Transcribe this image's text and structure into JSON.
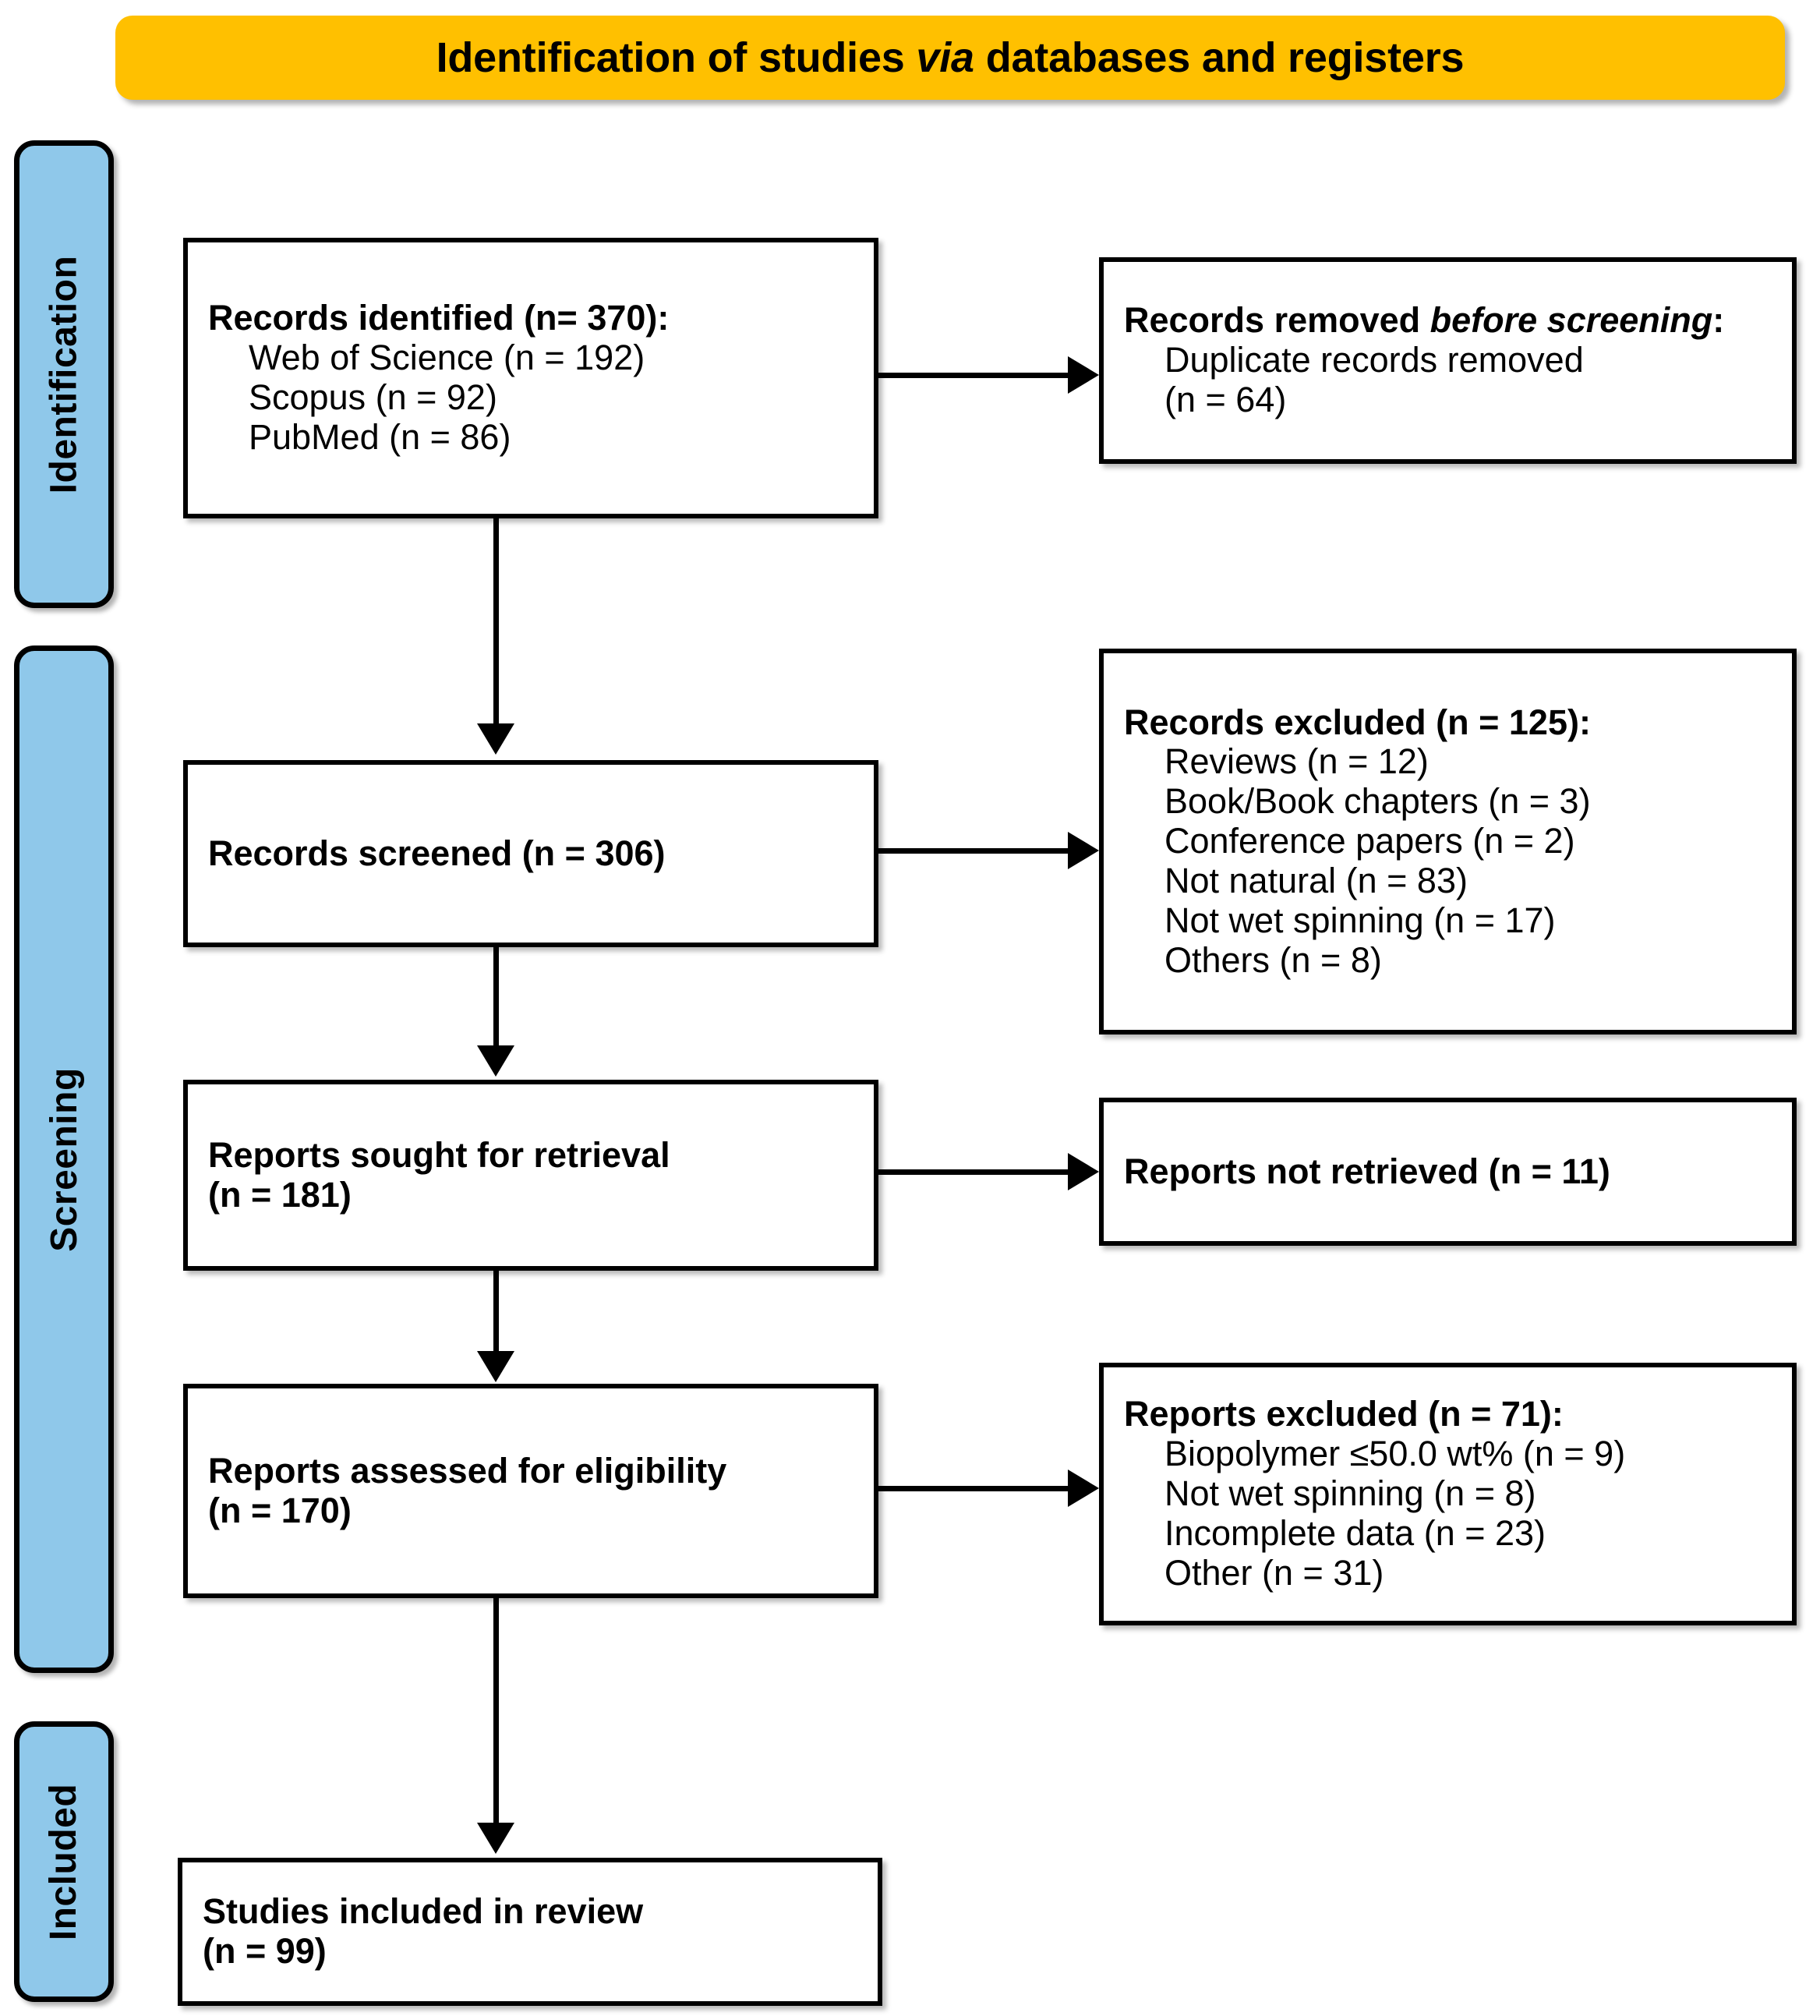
{
  "banner": {
    "title_pre": "Identification of studies ",
    "title_italic": "via",
    "title_post": " databases and registers"
  },
  "stages": [
    {
      "name": "identification",
      "label": "Identification"
    },
    {
      "name": "screening",
      "label": "Screening"
    },
    {
      "name": "included",
      "label": "Included"
    }
  ],
  "boxes": {
    "identified": {
      "heading": "Records identified (n= 370):",
      "items": [
        "Web of Science (n = 192)",
        "Scopus (n = 92)",
        "PubMed (n = 86)"
      ]
    },
    "removed": {
      "heading_pre": "Records removed ",
      "heading_italic": "before screening",
      "heading_post": ":",
      "items": [
        "Duplicate records removed",
        "(n = 64)"
      ]
    },
    "screened": {
      "heading": "Records screened (n = 306)"
    },
    "records_excluded": {
      "heading": "Records excluded (n = 125):",
      "items": [
        "Reviews (n = 12)",
        "Book/Book chapters (n = 3)",
        "Conference papers (n = 2)",
        "Not natural (n = 83)",
        "Not wet spinning (n = 17)",
        "Others (n = 8)"
      ]
    },
    "sought": {
      "heading": "Reports sought for retrieval",
      "count": "(n = 181)"
    },
    "not_retrieved": {
      "heading": "Reports not retrieved (n = 11)"
    },
    "assessed": {
      "heading": "Reports assessed for eligibility",
      "count": "(n = 170)"
    },
    "reports_excluded": {
      "heading": "Reports excluded (n = 71):",
      "items": [
        "Biopolymer ≤50.0 wt% (n = 9)",
        "Not wet spinning (n = 8)",
        "Incomplete data (n = 23)",
        "Other (n = 31)"
      ]
    },
    "included": {
      "heading": "Studies included in review",
      "count": "(n = 99)"
    }
  },
  "colors": {
    "banner_fill": "#FFC000",
    "stage_fill": "#8FC8EA",
    "box_border": "#000000",
    "box_fill": "#FFFFFF",
    "connector": "#000000"
  }
}
